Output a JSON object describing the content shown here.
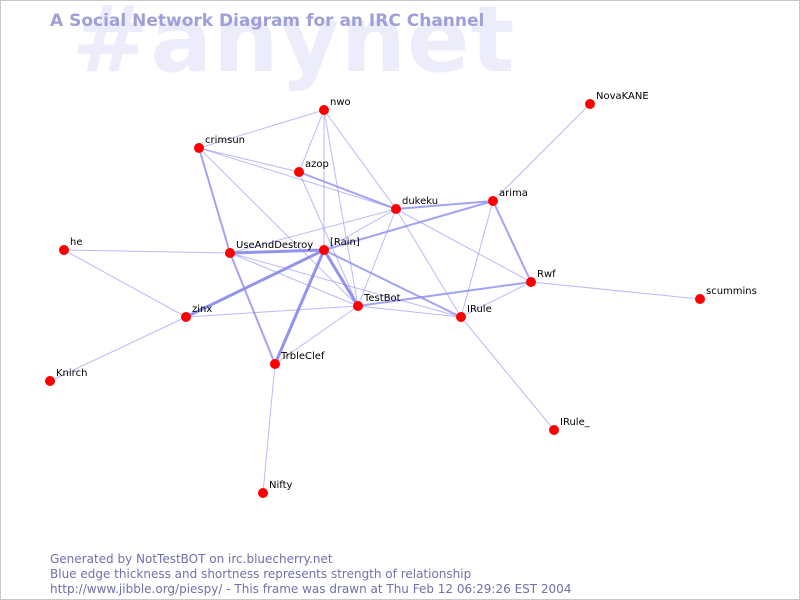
{
  "watermark": "#anynet",
  "title": "A Social Network Diagram for an IRC Channel",
  "footer": {
    "line1": "Generated by NotTestBOT on irc.bluecherry.net",
    "line2": "Blue edge thickness and shortness represents strength of relationship",
    "line3": "http://www.jibble.org/piespy/ - This frame was drawn at Thu Feb 12 06:29:26 EST 2004"
  },
  "colors": {
    "node": "#ff0000",
    "edge": "#8c8cf0",
    "title": "#9f9fd9",
    "watermark": "#ececfb",
    "footer": "#7070aa"
  },
  "nodes": [
    "nwo",
    "NovaKANE",
    "crimsun",
    "azop",
    "dukeku",
    "arima",
    "he",
    "UseAndDestroy",
    "[Rain]",
    "Rwf",
    "scummins",
    "zinx",
    "TestBot",
    "IRule",
    "TrbleClef",
    "Knirch",
    "IRule_",
    "Nifty"
  ],
  "edges": [
    {
      "from": "nwo",
      "to": "crimsun",
      "strength": 1
    },
    {
      "from": "nwo",
      "to": "azop",
      "strength": 1
    },
    {
      "from": "nwo",
      "to": "[Rain]",
      "strength": 1
    },
    {
      "from": "nwo",
      "to": "dukeku",
      "strength": 1
    },
    {
      "from": "nwo",
      "to": "TestBot",
      "strength": 1
    },
    {
      "from": "crimsun",
      "to": "azop",
      "strength": 1
    },
    {
      "from": "crimsun",
      "to": "dukeku",
      "strength": 1
    },
    {
      "from": "crimsun",
      "to": "UseAndDestroy",
      "strength": 2
    },
    {
      "from": "crimsun",
      "to": "TestBot",
      "strength": 1
    },
    {
      "from": "azop",
      "to": "dukeku",
      "strength": 2
    },
    {
      "from": "azop",
      "to": "TestBot",
      "strength": 1
    },
    {
      "from": "dukeku",
      "to": "UseAndDestroy",
      "strength": 1
    },
    {
      "from": "dukeku",
      "to": "[Rain]",
      "strength": 1
    },
    {
      "from": "dukeku",
      "to": "TestBot",
      "strength": 1
    },
    {
      "from": "dukeku",
      "to": "arima",
      "strength": 2
    },
    {
      "from": "dukeku",
      "to": "Rwf",
      "strength": 1
    },
    {
      "from": "dukeku",
      "to": "IRule",
      "strength": 1
    },
    {
      "from": "arima",
      "to": "NovaKANE",
      "strength": 1
    },
    {
      "from": "arima",
      "to": "[Rain]",
      "strength": 2
    },
    {
      "from": "arima",
      "to": "Rwf",
      "strength": 2
    },
    {
      "from": "arima",
      "to": "IRule",
      "strength": 1
    },
    {
      "from": "he",
      "to": "UseAndDestroy",
      "strength": 1
    },
    {
      "from": "he",
      "to": "zinx",
      "strength": 1
    },
    {
      "from": "UseAndDestroy",
      "to": "[Rain]",
      "strength": 3
    },
    {
      "from": "UseAndDestroy",
      "to": "TestBot",
      "strength": 1
    },
    {
      "from": "UseAndDestroy",
      "to": "TrbleClef",
      "strength": 2
    },
    {
      "from": "UseAndDestroy",
      "to": "IRule",
      "strength": 1
    },
    {
      "from": "[Rain]",
      "to": "zinx",
      "strength": 3
    },
    {
      "from": "[Rain]",
      "to": "TestBot",
      "strength": 3
    },
    {
      "from": "[Rain]",
      "to": "TrbleClef",
      "strength": 3
    },
    {
      "from": "[Rain]",
      "to": "IRule",
      "strength": 2
    },
    {
      "from": "TestBot",
      "to": "Rwf",
      "strength": 2
    },
    {
      "from": "TestBot",
      "to": "IRule",
      "strength": 1
    },
    {
      "from": "TestBot",
      "to": "zinx",
      "strength": 1
    },
    {
      "from": "TestBot",
      "to": "TrbleClef",
      "strength": 1
    },
    {
      "from": "Rwf",
      "to": "scummins",
      "strength": 1
    },
    {
      "from": "Rwf",
      "to": "IRule",
      "strength": 1
    },
    {
      "from": "IRule",
      "to": "IRule_",
      "strength": 1
    },
    {
      "from": "zinx",
      "to": "Knirch",
      "strength": 1
    },
    {
      "from": "TrbleClef",
      "to": "Nifty",
      "strength": 1
    }
  ]
}
